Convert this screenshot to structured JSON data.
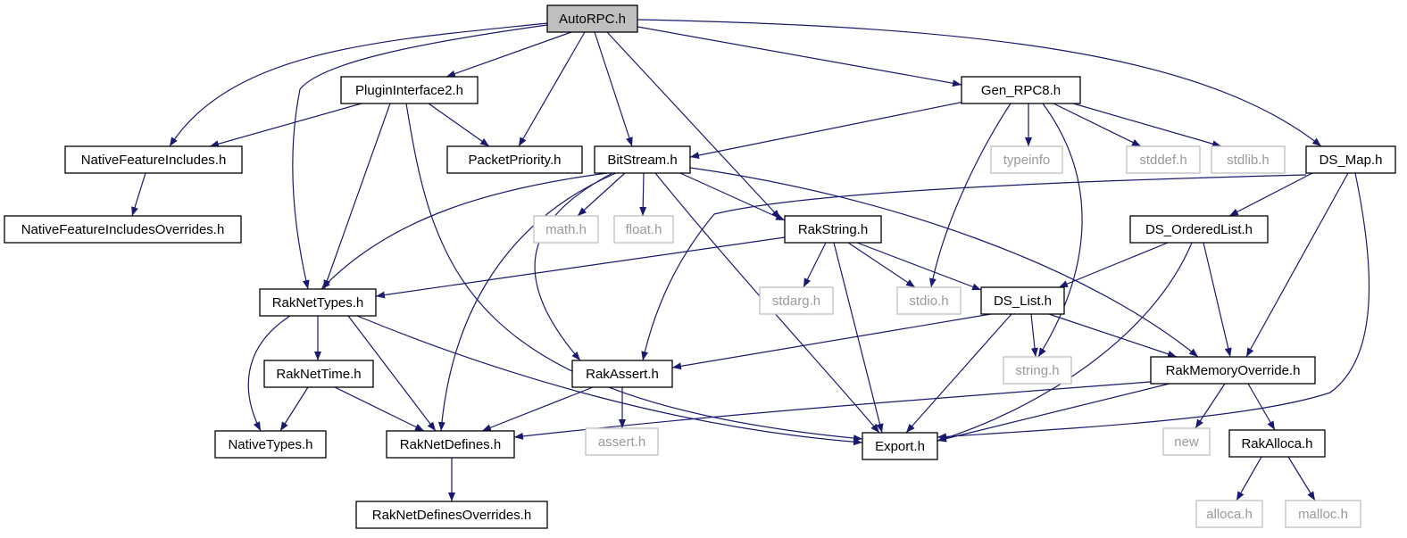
{
  "diagram": {
    "colors": {
      "edge": "#191970",
      "node_border": "#000000",
      "node_fill": "#ffffff",
      "root_fill": "#bfbfbf",
      "system_border": "#bfbfbf",
      "system_text": "#999999",
      "text": "#000000"
    },
    "nodes": [
      {
        "id": "autorpc",
        "label": "AutoRPC.h",
        "kind": "root"
      },
      {
        "id": "plugininterface2",
        "label": "PluginInterface2.h",
        "kind": "local"
      },
      {
        "id": "gen_rpc8",
        "label": "Gen_RPC8.h",
        "kind": "local"
      },
      {
        "id": "nativefeatureincludes",
        "label": "NativeFeatureIncludes.h",
        "kind": "local"
      },
      {
        "id": "packetpriority",
        "label": "PacketPriority.h",
        "kind": "local"
      },
      {
        "id": "bitstream",
        "label": "BitStream.h",
        "kind": "local"
      },
      {
        "id": "typeinfo",
        "label": "typeinfo",
        "kind": "system"
      },
      {
        "id": "stddef",
        "label": "stddef.h",
        "kind": "system"
      },
      {
        "id": "stdlib",
        "label": "stdlib.h",
        "kind": "system"
      },
      {
        "id": "ds_map",
        "label": "DS_Map.h",
        "kind": "local"
      },
      {
        "id": "nativefeatureincludesoverrides",
        "label": "NativeFeatureIncludesOverrides.h",
        "kind": "local"
      },
      {
        "id": "math",
        "label": "math.h",
        "kind": "system"
      },
      {
        "id": "float",
        "label": "float.h",
        "kind": "system"
      },
      {
        "id": "rakstring",
        "label": "RakString.h",
        "kind": "local"
      },
      {
        "id": "ds_orderedlist",
        "label": "DS_OrderedList.h",
        "kind": "local"
      },
      {
        "id": "raknettypes",
        "label": "RakNetTypes.h",
        "kind": "local"
      },
      {
        "id": "stdarg",
        "label": "stdarg.h",
        "kind": "system"
      },
      {
        "id": "stdio",
        "label": "stdio.h",
        "kind": "system"
      },
      {
        "id": "ds_list",
        "label": "DS_List.h",
        "kind": "local"
      },
      {
        "id": "raknettime",
        "label": "RakNetTime.h",
        "kind": "local"
      },
      {
        "id": "rakassert",
        "label": "RakAssert.h",
        "kind": "local"
      },
      {
        "id": "string",
        "label": "string.h",
        "kind": "system"
      },
      {
        "id": "rakmemoryoverride",
        "label": "RakMemoryOverride.h",
        "kind": "local"
      },
      {
        "id": "nativetypes",
        "label": "NativeTypes.h",
        "kind": "local"
      },
      {
        "id": "raknetdefines",
        "label": "RakNetDefines.h",
        "kind": "local"
      },
      {
        "id": "assert",
        "label": "assert.h",
        "kind": "system"
      },
      {
        "id": "export",
        "label": "Export.h",
        "kind": "local"
      },
      {
        "id": "new",
        "label": "new",
        "kind": "system"
      },
      {
        "id": "rakalloca",
        "label": "RakAlloca.h",
        "kind": "local"
      },
      {
        "id": "raknetdefinesoverrides",
        "label": "RakNetDefinesOverrides.h",
        "kind": "local"
      },
      {
        "id": "alloca",
        "label": "alloca.h",
        "kind": "system"
      },
      {
        "id": "malloc",
        "label": "malloc.h",
        "kind": "system"
      }
    ],
    "edges": [
      {
        "from": "autorpc",
        "to": "nativefeatureincludes"
      },
      {
        "from": "autorpc",
        "to": "raknettypes"
      },
      {
        "from": "autorpc",
        "to": "plugininterface2"
      },
      {
        "from": "autorpc",
        "to": "packetpriority"
      },
      {
        "from": "autorpc",
        "to": "bitstream"
      },
      {
        "from": "autorpc",
        "to": "rakstring"
      },
      {
        "from": "autorpc",
        "to": "gen_rpc8"
      },
      {
        "from": "autorpc",
        "to": "ds_map"
      },
      {
        "from": "plugininterface2",
        "to": "nativefeatureincludes"
      },
      {
        "from": "plugininterface2",
        "to": "packetpriority"
      },
      {
        "from": "plugininterface2",
        "to": "raknettypes"
      },
      {
        "from": "plugininterface2",
        "to": "export"
      },
      {
        "from": "nativefeatureincludes",
        "to": "nativefeatureincludesoverrides"
      },
      {
        "from": "gen_rpc8",
        "to": "bitstream"
      },
      {
        "from": "gen_rpc8",
        "to": "typeinfo"
      },
      {
        "from": "gen_rpc8",
        "to": "stddef"
      },
      {
        "from": "gen_rpc8",
        "to": "stdlib"
      },
      {
        "from": "gen_rpc8",
        "to": "stdio"
      },
      {
        "from": "gen_rpc8",
        "to": "string"
      },
      {
        "from": "bitstream",
        "to": "raknettypes"
      },
      {
        "from": "bitstream",
        "to": "raknetdefines"
      },
      {
        "from": "bitstream",
        "to": "rakassert"
      },
      {
        "from": "bitstream",
        "to": "math"
      },
      {
        "from": "bitstream",
        "to": "float"
      },
      {
        "from": "bitstream",
        "to": "rakstring"
      },
      {
        "from": "bitstream",
        "to": "export"
      },
      {
        "from": "bitstream",
        "to": "rakmemoryoverride"
      },
      {
        "from": "ds_map",
        "to": "rakassert"
      },
      {
        "from": "ds_map",
        "to": "ds_orderedlist"
      },
      {
        "from": "ds_map",
        "to": "rakmemoryoverride"
      },
      {
        "from": "ds_map",
        "to": "export"
      },
      {
        "from": "rakstring",
        "to": "raknettypes"
      },
      {
        "from": "rakstring",
        "to": "stdarg"
      },
      {
        "from": "rakstring",
        "to": "stdio"
      },
      {
        "from": "rakstring",
        "to": "ds_list"
      },
      {
        "from": "rakstring",
        "to": "export"
      },
      {
        "from": "ds_orderedlist",
        "to": "ds_list"
      },
      {
        "from": "ds_orderedlist",
        "to": "export"
      },
      {
        "from": "ds_orderedlist",
        "to": "rakmemoryoverride"
      },
      {
        "from": "raknettypes",
        "to": "nativetypes"
      },
      {
        "from": "raknettypes",
        "to": "raknettime"
      },
      {
        "from": "raknettypes",
        "to": "raknetdefines"
      },
      {
        "from": "raknettypes",
        "to": "export"
      },
      {
        "from": "raknettime",
        "to": "nativetypes"
      },
      {
        "from": "raknettime",
        "to": "raknetdefines"
      },
      {
        "from": "ds_list",
        "to": "rakassert"
      },
      {
        "from": "ds_list",
        "to": "string"
      },
      {
        "from": "ds_list",
        "to": "export"
      },
      {
        "from": "ds_list",
        "to": "rakmemoryoverride"
      },
      {
        "from": "rakassert",
        "to": "raknetdefines"
      },
      {
        "from": "rakassert",
        "to": "assert"
      },
      {
        "from": "rakmemoryoverride",
        "to": "raknetdefines"
      },
      {
        "from": "rakmemoryoverride",
        "to": "export"
      },
      {
        "from": "rakmemoryoverride",
        "to": "new"
      },
      {
        "from": "rakmemoryoverride",
        "to": "rakalloca"
      },
      {
        "from": "raknetdefines",
        "to": "raknetdefinesoverrides"
      },
      {
        "from": "rakalloca",
        "to": "alloca"
      },
      {
        "from": "rakalloca",
        "to": "malloc"
      }
    ]
  }
}
